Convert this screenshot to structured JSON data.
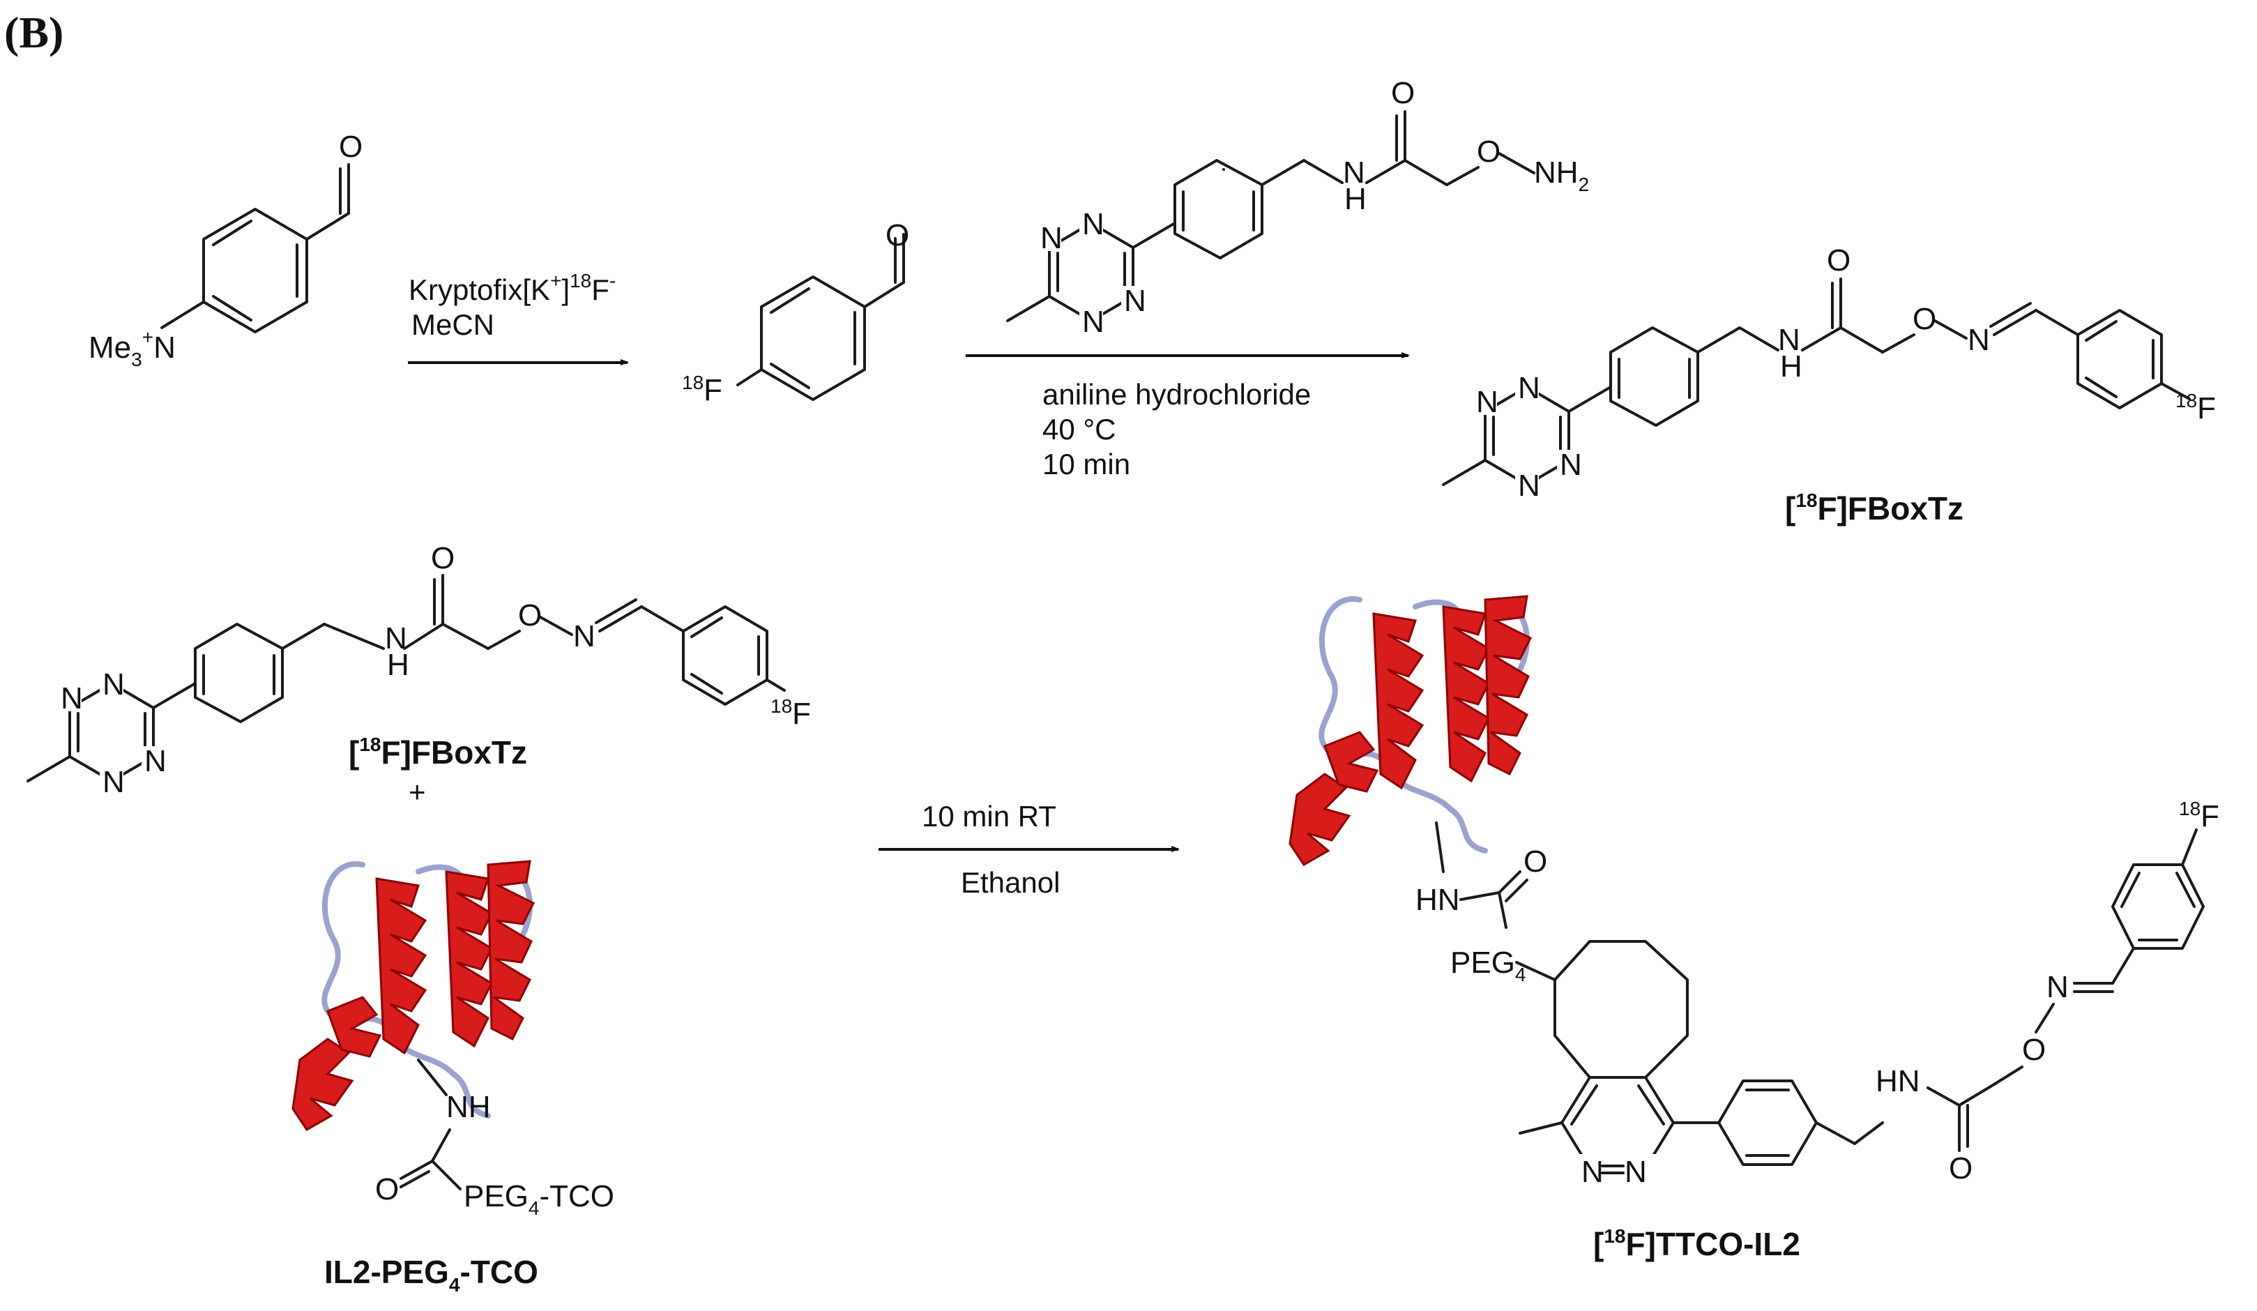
{
  "panel_label": "(B)",
  "reaction1": {
    "reactant": {
      "trimethylammonium": "Me",
      "me_sub": "3",
      "me_sup": "+",
      "me_n": "N",
      "aldehyde_o": "O"
    },
    "reagents_line1_a": "Kryptofix[K",
    "reagents_line1_sup1": "+",
    "reagents_line1_b": "]",
    "reagents_line1_sup2": "18",
    "reagents_line1_c": "F",
    "reagents_line1_sup3": "-",
    "reagents_line2": "MeCN",
    "product": {
      "f_sup": "18",
      "f": "F",
      "aldehyde_o": "O"
    }
  },
  "reaction2": {
    "aminooxy_reagent": {
      "n_labels": [
        "N",
        "N",
        "N",
        "N"
      ],
      "carbonyl_o": "O",
      "nh": "N",
      "nh_h": "H",
      "ether_o": "O",
      "nh2": "NH",
      "nh2_sub": "2"
    },
    "conditions": [
      "aniline hydrochloride",
      "40 °C",
      "10 min"
    ],
    "product_label_pre": "[",
    "product_label_sup": "18",
    "product_label_post": "F]FBoxTz"
  },
  "fboxtz_structure": {
    "n": "N",
    "h": "H",
    "o": "O",
    "f_sup": "18",
    "f": "F"
  },
  "reaction3": {
    "plus": "+",
    "il2_nh": "NH",
    "il2_o": "O",
    "il2_peg": "PEG",
    "il2_peg_sub": "4",
    "il2_peg_suffix": "-TCO",
    "il2_label_a": "IL2-PEG",
    "il2_label_sub": "4",
    "il2_label_b": "-TCO",
    "conditions_above": "10 min  RT",
    "conditions_below": "Ethanol",
    "product": {
      "hn": "HN",
      "o": "O",
      "peg": "PEG",
      "peg_sub": "4",
      "n": "N",
      "hn2": "HN",
      "f_sup": "18",
      "f": "F"
    },
    "product_label_pre": "[",
    "product_label_sup": "18",
    "product_label_post": "F]TTCO-IL2"
  }
}
